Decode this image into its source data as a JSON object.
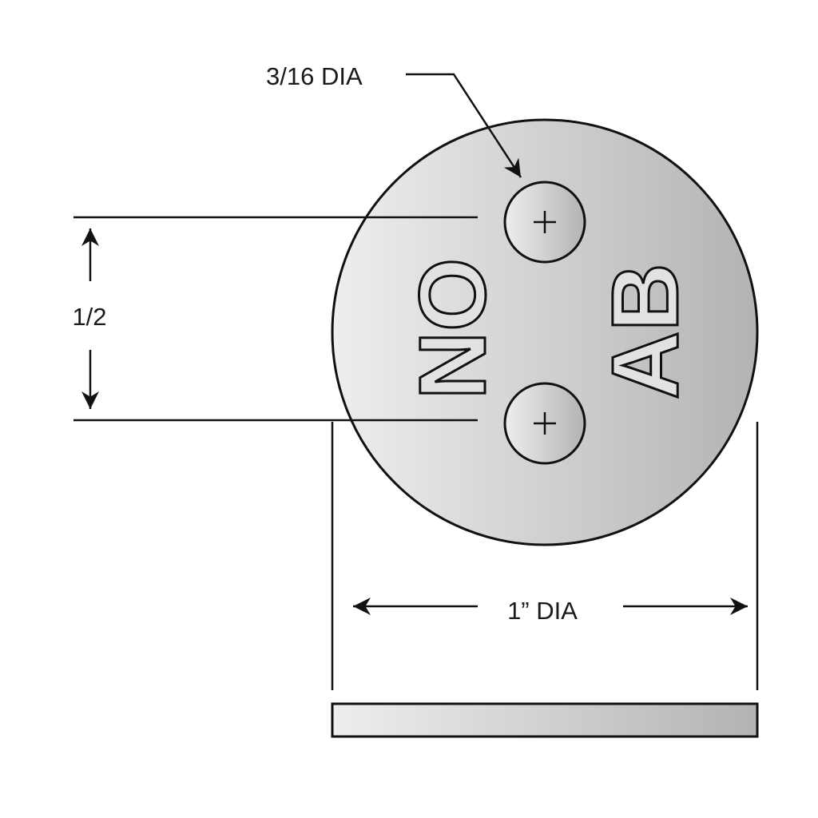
{
  "labels": {
    "hole_dia": "3/16 DIA",
    "spacing": "1/2",
    "outer_dia": "1” DIA"
  },
  "engraving": {
    "left": "NO",
    "right": "AB"
  },
  "colors": {
    "disc_light": "#eeeeee",
    "disc_dark": "#b5b5b5",
    "line": "#111111"
  }
}
